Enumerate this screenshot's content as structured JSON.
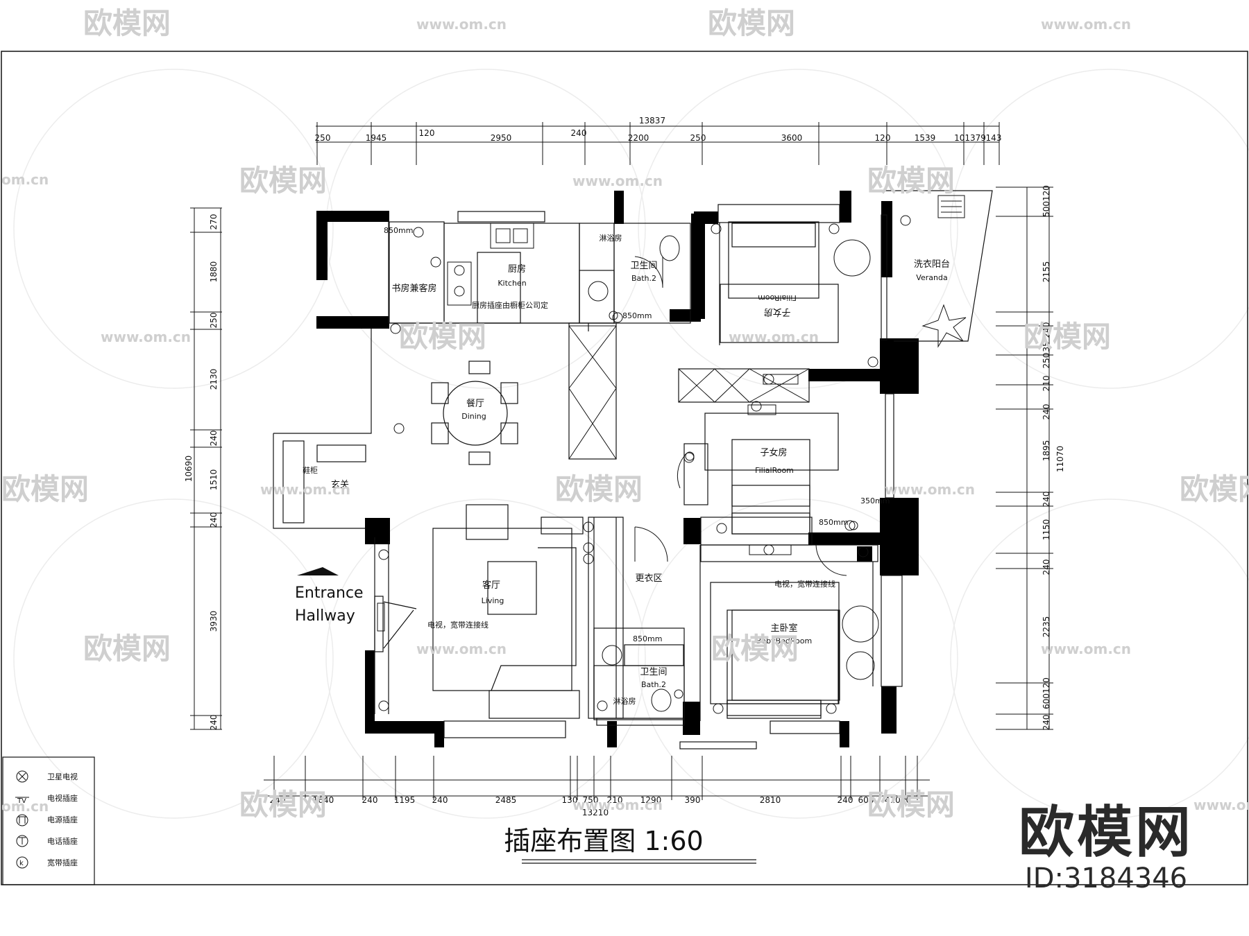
{
  "drawing": {
    "title": "插座布置图 1:60",
    "overall_top": "13837",
    "overall_bottom": "13210",
    "overall_left": "10690",
    "overall_right": "11070"
  },
  "dims_top": [
    "250",
    "1945",
    "120",
    "2950",
    "240",
    "2200",
    "250",
    "3600",
    "120",
    "1539",
    "101379",
    "143"
  ],
  "dims_bottom": [
    "240",
    "1640",
    "240",
    "1195",
    "240",
    "2485",
    "130",
    "750",
    "210",
    "1290",
    "390",
    "2810",
    "240",
    "600",
    "41040"
  ],
  "dims_left": [
    "270",
    "1880",
    "250",
    "2130",
    "240",
    "1510",
    "240",
    "3930",
    "240"
  ],
  "dims_right": [
    "500120",
    "2155",
    "240",
    "35",
    "250",
    "210",
    "240",
    "1895",
    "240",
    "1150",
    "240",
    "2235",
    "600120",
    "240"
  ],
  "rooms": [
    {
      "cn": "书房兼客房",
      "en": ""
    },
    {
      "cn": "厨房",
      "en": "Kitchen"
    },
    {
      "cn": "厨房插座由橱柜公司定",
      "en": ""
    },
    {
      "cn": "淋浴房",
      "en": ""
    },
    {
      "cn": "卫生间",
      "en": "Bath.2"
    },
    {
      "cn": "子女房",
      "en": "FilialRoom"
    },
    {
      "cn": "洗衣阳台",
      "en": "Veranda"
    },
    {
      "cn": "餐厅",
      "en": "Dining"
    },
    {
      "cn": "鞋柜",
      "en": ""
    },
    {
      "cn": "玄关",
      "en": ""
    },
    {
      "cn": "子女房",
      "en": "FilialRoom"
    },
    {
      "cn": "客厅",
      "en": "Living"
    },
    {
      "cn": "更衣区",
      "en": ""
    },
    {
      "cn": "卫生间",
      "en": "Bath.2"
    },
    {
      "cn": "淋浴房",
      "en": ""
    },
    {
      "cn": "主卧室",
      "en": "BabyBedRoom"
    }
  ],
  "annotations": {
    "tv_note_living": "电视，宽带连接线",
    "tv_note_master": "电视，宽带连接线",
    "h850_a": "850mm",
    "h850_b": "850mm",
    "h850_c": "850mm",
    "h850_d": "850mm",
    "h350": "350mm",
    "entrance_line1": "Entrance",
    "entrance_line2": "Hallway"
  },
  "legend": [
    {
      "symbol": "X",
      "label": "卫星电视",
      "icon": "satellite-tv-icon"
    },
    {
      "symbol": "TV",
      "label": "电视插座",
      "icon": "tv-socket-icon"
    },
    {
      "symbol": "TT",
      "label": "电源插座",
      "icon": "power-socket-icon"
    },
    {
      "symbol": "T",
      "label": "电话插座",
      "icon": "phone-socket-icon"
    },
    {
      "symbol": "k",
      "label": "宽带插座",
      "icon": "broadband-socket-icon"
    }
  ],
  "watermark": {
    "brand": "欧模网",
    "url": "www.om.cn",
    "short_url": "om.cn",
    "id": "ID:3184346"
  }
}
